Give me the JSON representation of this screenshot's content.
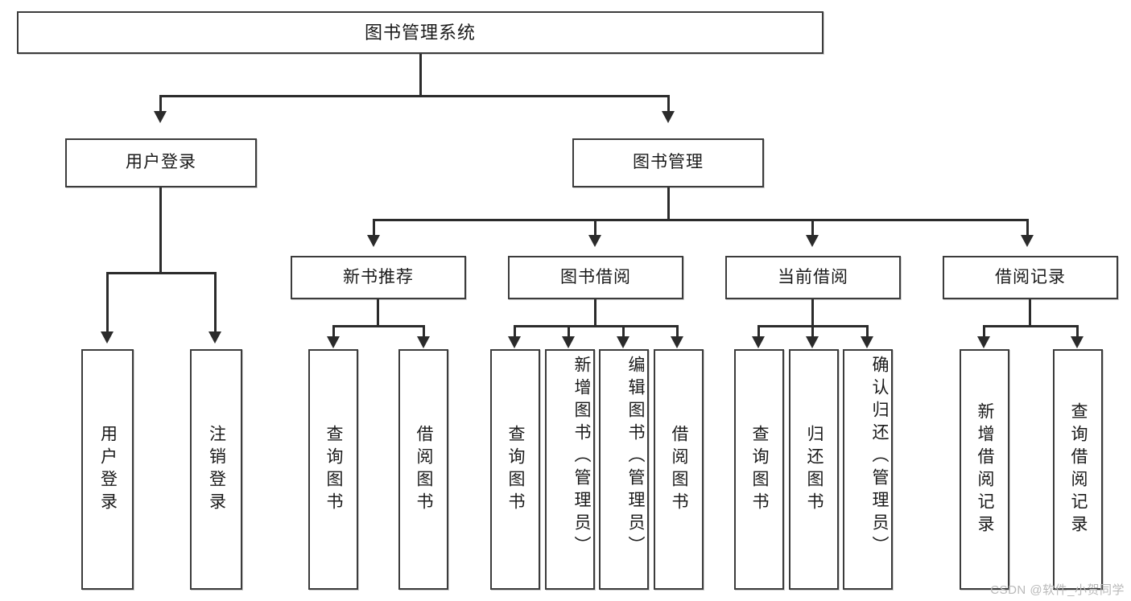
{
  "diagram": {
    "type": "tree-hierarchy",
    "title": "图书管理系统",
    "root": {
      "label": "图书管理系统"
    },
    "tier1": [
      {
        "id": "user-login",
        "label": "用户登录"
      },
      {
        "id": "book-management",
        "label": "图书管理"
      }
    ],
    "tier2": [
      {
        "id": "new-book-recommend",
        "label": "新书推荐"
      },
      {
        "id": "book-borrow",
        "label": "图书借阅"
      },
      {
        "id": "current-borrow",
        "label": "当前借阅"
      },
      {
        "id": "borrow-record",
        "label": "借阅记录"
      }
    ],
    "leaves": {
      "user_login": [
        {
          "id": "leaf-user-login",
          "label": "用户登录"
        },
        {
          "id": "leaf-logout",
          "label": "注销登录"
        }
      ],
      "new_book_recommend": [
        {
          "id": "leaf-query-book-1",
          "label": "查询图书"
        },
        {
          "id": "leaf-borrow-book-1",
          "label": "借阅图书"
        }
      ],
      "book_borrow": [
        {
          "id": "leaf-query-book-2",
          "label": "查询图书"
        },
        {
          "id": "leaf-add-book",
          "label": "新增图书（管理员）"
        },
        {
          "id": "leaf-edit-book",
          "label": "编辑图书（管理员）"
        },
        {
          "id": "leaf-borrow-book-2",
          "label": "借阅图书"
        }
      ],
      "current_borrow": [
        {
          "id": "leaf-query-book-3",
          "label": "查询图书"
        },
        {
          "id": "leaf-return-book",
          "label": "归还图书"
        },
        {
          "id": "leaf-confirm-return",
          "label": "确认归还（管理员）"
        }
      ],
      "borrow_record": [
        {
          "id": "leaf-add-record",
          "label": "新增借阅记录"
        },
        {
          "id": "leaf-query-record",
          "label": "查询借阅记录"
        }
      ]
    }
  },
  "watermark": {
    "text": "CSDN @软件_小贺同学"
  },
  "colors": {
    "box_border": "#3c3c3c",
    "connector": "#2b2b2b",
    "background": "#ffffff",
    "text": "#1a1a1a",
    "watermark": "#b9b9b9"
  }
}
